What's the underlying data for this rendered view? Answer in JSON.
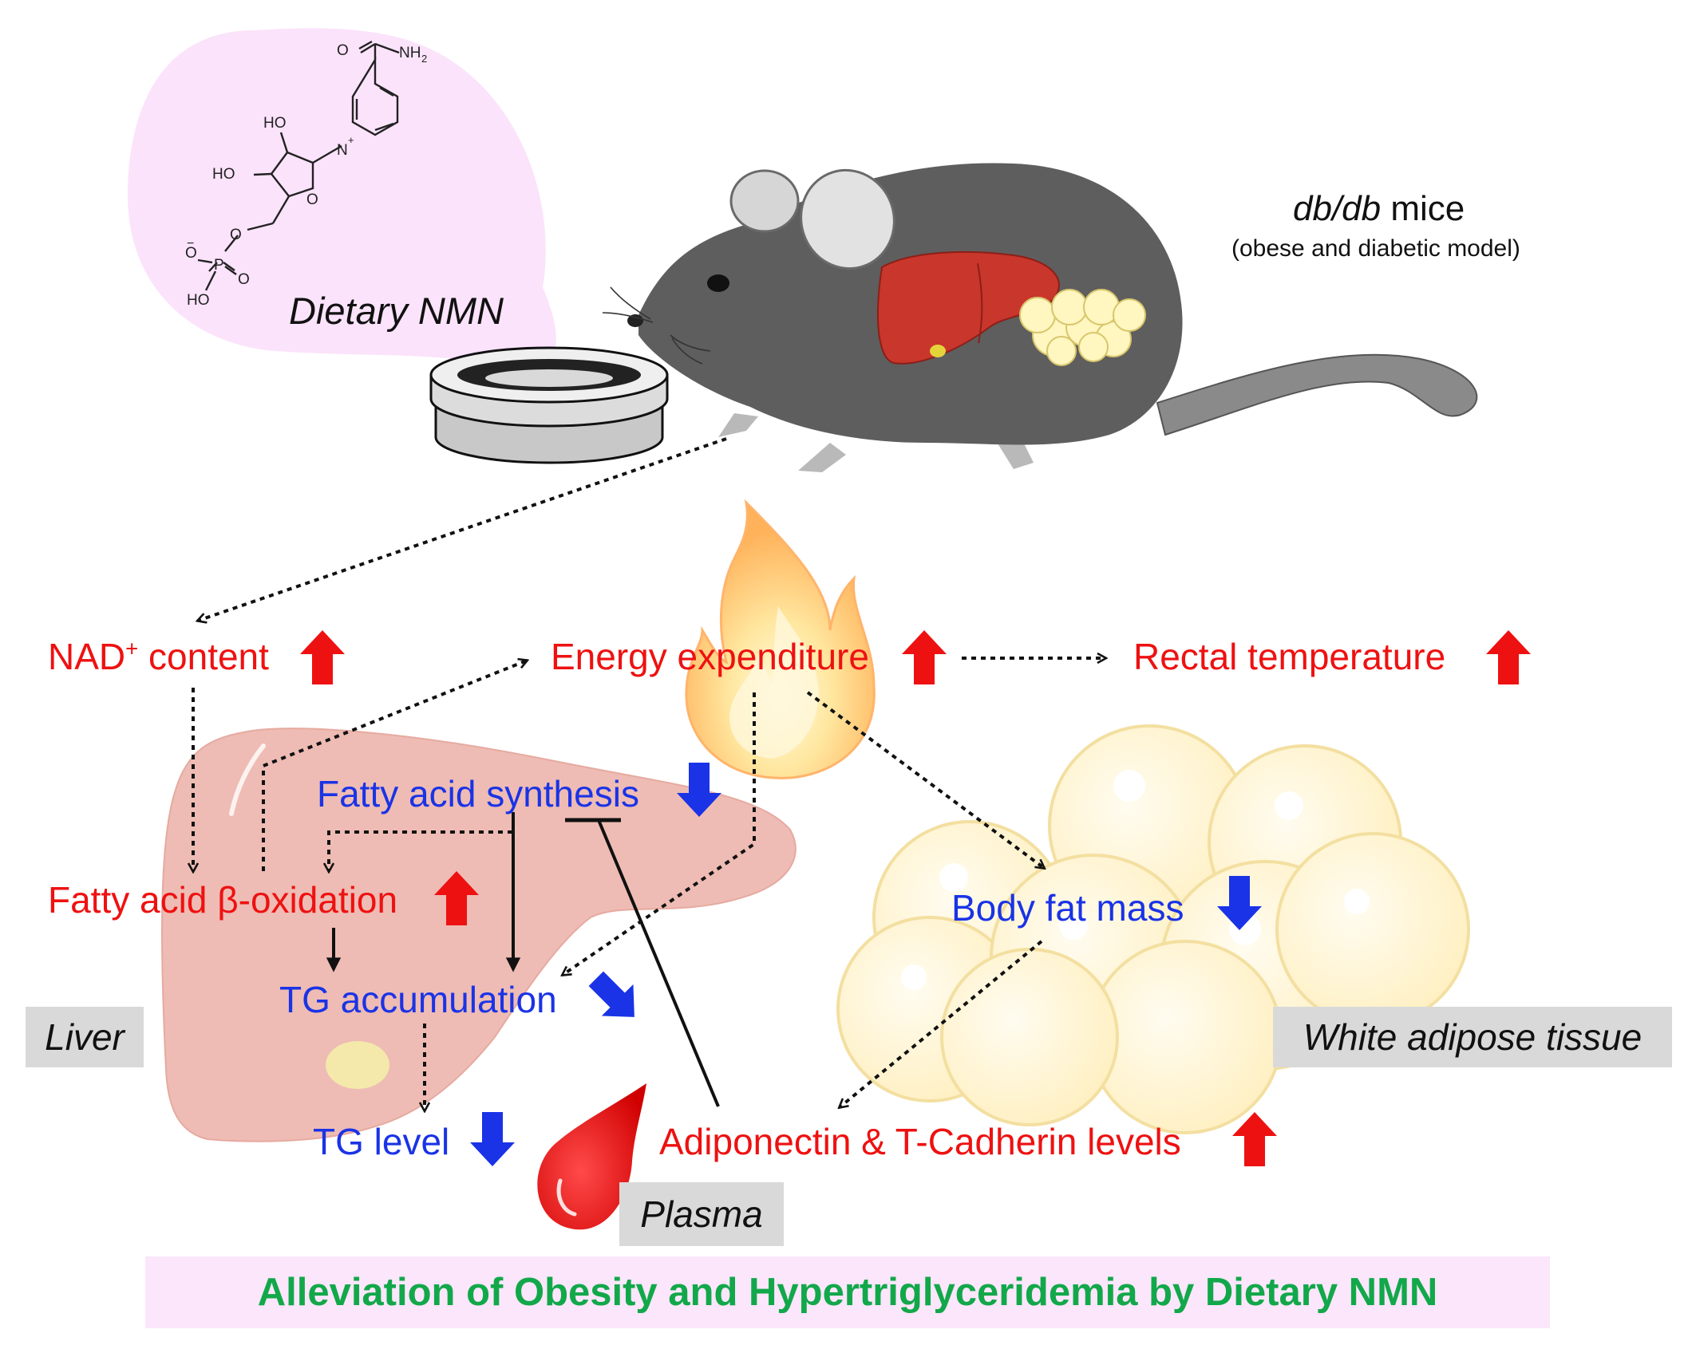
{
  "nmn": {
    "label": "Dietary NMN",
    "chem_labels": {
      "carbonyl_o": "O",
      "amide": "NH",
      "amide_sub": "2",
      "oh_top": "HO",
      "oh_mid": "HO",
      "n_plus": "N",
      "plus": "+",
      "ring_o": "O",
      "o_link": "O",
      "o_minus": "O",
      "minus": "−",
      "phosphorus": "P",
      "p_double_o": "O",
      "oh_bottom": "HO"
    }
  },
  "mouse": {
    "title_italic": "db/db",
    "title_rest": " mice",
    "subtitle": "(obese and diabetic model)"
  },
  "nodes": {
    "nad_prefix": "NAD",
    "nad_sup": "+",
    "nad_suffix": " content",
    "energy": "Energy expenditure",
    "rectal": "Rectal temperature",
    "fa_synthesis": "Fatty acid synthesis",
    "fa_oxidation": "Fatty acid β-oxidation",
    "tg_accumulation": "TG accumulation",
    "tg_level": "TG level",
    "body_fat": "Body fat mass",
    "adiponectin": "Adiponectin & T-Cadherin levels"
  },
  "tags": {
    "liver": "Liver",
    "wat": "White adipose tissue",
    "plasma": "Plasma"
  },
  "banner": "Alleviation of Obesity and Hypertriglyceridemia by Dietary NMN",
  "colors": {
    "increase": "#ee1111",
    "decrease": "#1a33e6",
    "banner_text": "#12a84a",
    "banner_bg": "#fbe6fb",
    "bubble": "#fbe3fb",
    "tag_bg": "#d9d9d9",
    "mouse": "#5e5e5e",
    "liver": "#eebcb4",
    "fat": "#fff2cc"
  },
  "icons": [
    "nmn-structure",
    "food-dish-icon",
    "mouse-icon",
    "liver-organ-icon",
    "fat-cells-icon",
    "flame-icon",
    "blood-drop-icon",
    "up-arrow-icon",
    "down-arrow-icon",
    "diagonal-down-arrow-icon"
  ]
}
